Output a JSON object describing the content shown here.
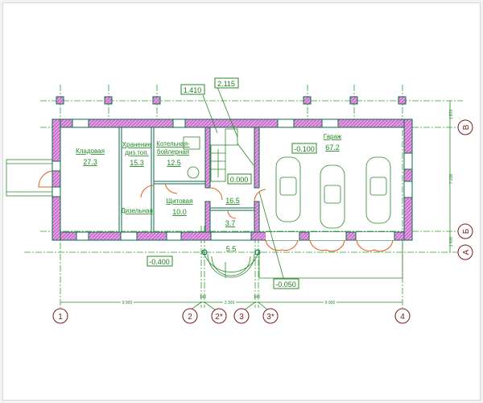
{
  "rooms": [
    {
      "name": "Кладовая",
      "area": "27.3"
    },
    {
      "name": "Хранение",
      "name2": "диз.топ.",
      "area": "15.3"
    },
    {
      "name": "Котельная-",
      "name2": "бойлерная",
      "area": "12.5"
    },
    {
      "name": "Щитовая",
      "area": "10.0"
    },
    {
      "name": "Дизельная"
    },
    {
      "area": "16.5"
    },
    {
      "area": "3.7"
    },
    {
      "name": "Гараж",
      "area": "67.2"
    },
    {
      "area": "5.5"
    }
  ],
  "elevations": [
    "1.410",
    "2.115",
    "0.000",
    "-0.100",
    "-0.400",
    "-0.050"
  ],
  "axes": {
    "columns": [
      "1",
      "2",
      "2*",
      "3",
      "3*",
      "4"
    ],
    "rows": [
      "В",
      "Б",
      "А"
    ]
  },
  "dimensions": {
    "bottom": [
      "9 900",
      "140",
      "3 300",
      "140",
      "9 900"
    ],
    "right": [
      "1 870",
      "7 200",
      "1 400"
    ]
  },
  "colors": {
    "walls": "#c040c0",
    "lines": "#2a8a2a",
    "doors": "#e06020",
    "axis_markers": "#7a1a1a"
  }
}
